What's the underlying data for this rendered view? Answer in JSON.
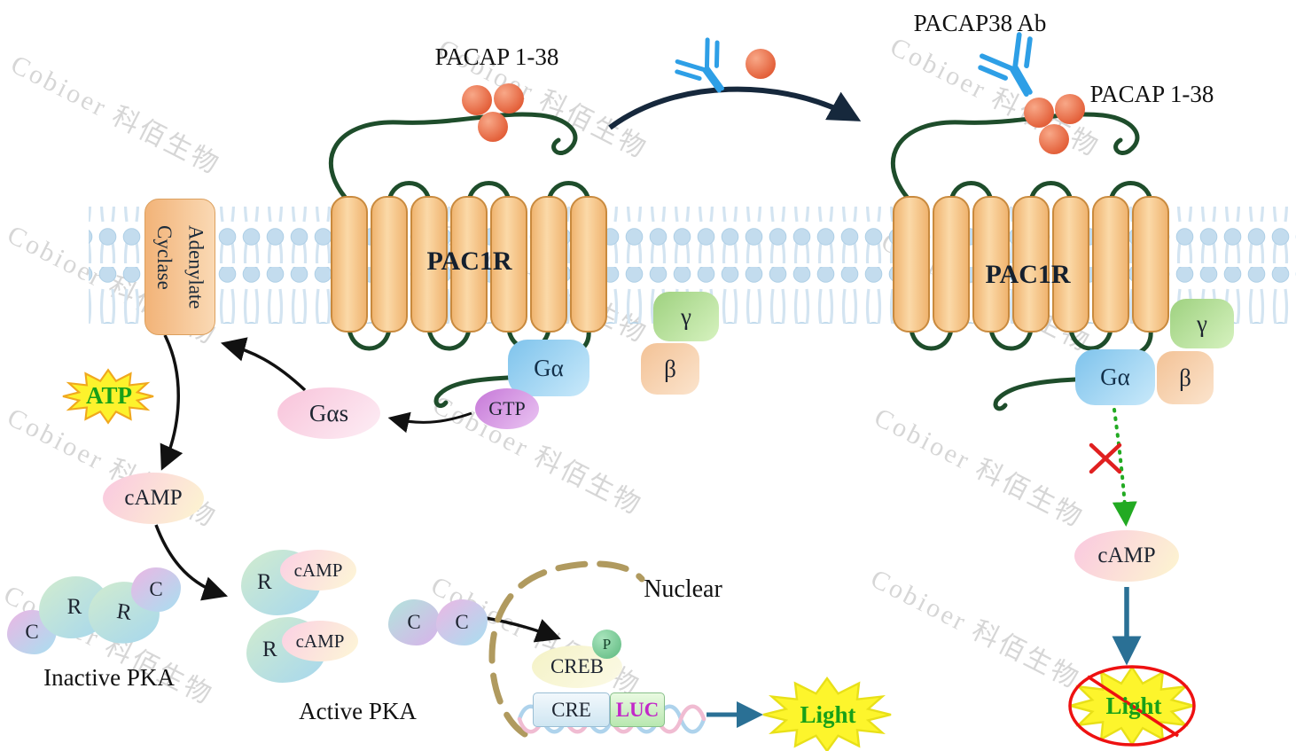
{
  "watermark": "Cobioer 科佰生物",
  "top": {
    "pacap_left_label": "PACAP 1-38",
    "antibody_label": "PACAP38 Ab",
    "pacap_right_label": "PACAP 1-38"
  },
  "receptor": {
    "left_label": "PAC1R",
    "right_label": "PAC1R"
  },
  "enzyme": {
    "name_line1": "Adenylate",
    "name_line2": "Cyclase"
  },
  "g_protein": {
    "g_alpha": "Gα",
    "gtp": "GTP",
    "g_alpha_s": "Gαs",
    "beta": "β",
    "gamma": "γ"
  },
  "second_messenger": {
    "atp": "ATP",
    "camp": "cAMP"
  },
  "pka": {
    "inactive_label": "Inactive PKA",
    "active_label": "Active PKA",
    "regulatory": "R",
    "catalytic": "C"
  },
  "nucleus": {
    "label": "Nuclear",
    "creb": "CREB",
    "phospho": "P",
    "cre": "CRE",
    "luc": "LUC"
  },
  "readout": {
    "light": "Light"
  },
  "colors": {
    "membrane_head": "#c3dcee",
    "helix_fill": "#f6c185",
    "helix_stroke": "#c98a3e",
    "loop_green": "#1e4d2b",
    "ligand_orange": "#e8714e",
    "antibody_blue": "#2e9fe6",
    "transfer_arrow_navy": "#16283c",
    "signal_arrow_black": "#111111",
    "blocked_cross_red": "#e02020",
    "dotted_signal_green": "#22aa22",
    "reporter_arrow_teal": "#2a7095",
    "light_text_green": "#18a018",
    "luc_text_magenta": "#c228c8",
    "starburst_yellow": "#fdf22c",
    "nuclear_envelope_tan": "#b09a5f"
  }
}
